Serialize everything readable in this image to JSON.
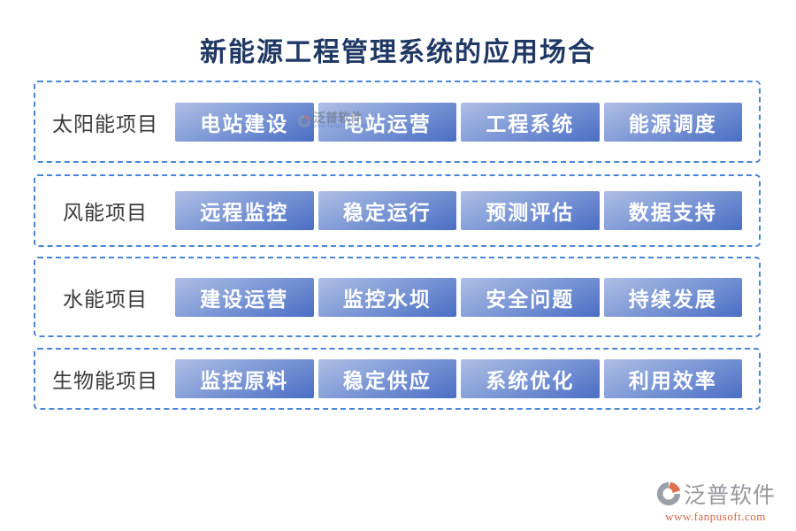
{
  "title": "新能源工程管理系统的应用场合",
  "rows": [
    {
      "label": "太阳能项目",
      "items": [
        "电站建设",
        "电站运营",
        "工程系统",
        "能源调度"
      ]
    },
    {
      "label": "风能项目",
      "items": [
        "远程监控",
        "稳定运行",
        "预测评估",
        "数据支持"
      ]
    },
    {
      "label": "水能项目",
      "items": [
        "建设运营",
        "监控水坝",
        "安全问题",
        "持续发展"
      ]
    },
    {
      "label": "生物能项目",
      "items": [
        "监控原料",
        "稳定供应",
        "系统优化",
        "利用效率"
      ]
    }
  ],
  "watermark": {
    "brand": "泛普软件",
    "url": "www.fanpusoft.com"
  },
  "footer": {
    "brand": "泛普软件",
    "url": "www.fanpusoft.com"
  },
  "colors": {
    "title_text": "#203864",
    "row_border": "#4a86d8",
    "chip_gradient_start": "#aebfe6",
    "chip_gradient_end": "#4a6ec5",
    "chip_text": "#ffffff",
    "label_text": "#3a3a3a",
    "footer_brand_text": "#97979f",
    "footer_url_text": "#d2664a",
    "logo_orange": "#e0704e",
    "logo_gray": "#9aa0a8"
  }
}
